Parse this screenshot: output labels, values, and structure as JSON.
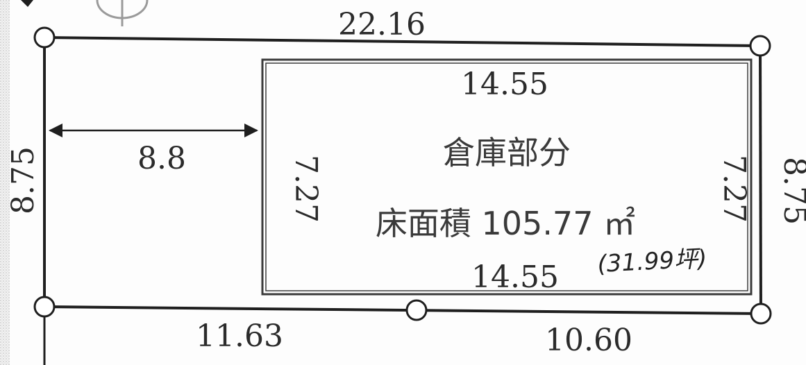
{
  "lot": {
    "top_length": "22.16",
    "left_depth": "8.75",
    "right_depth": "8.75",
    "bottom_left_length": "11.63",
    "bottom_right_length": "10.60"
  },
  "building": {
    "top_width": "14.55",
    "bottom_width": "14.55",
    "left_height": "7.27",
    "right_height": "7.27",
    "setback": "8.8",
    "label": "倉庫部分",
    "area_label": "床面積 105.77 ㎡",
    "tsubo_note": "(31.99坪)"
  },
  "colors": {
    "line": "#1f1f1f",
    "text": "#2b2b2b",
    "edge_texture": "#bdbdbd"
  }
}
